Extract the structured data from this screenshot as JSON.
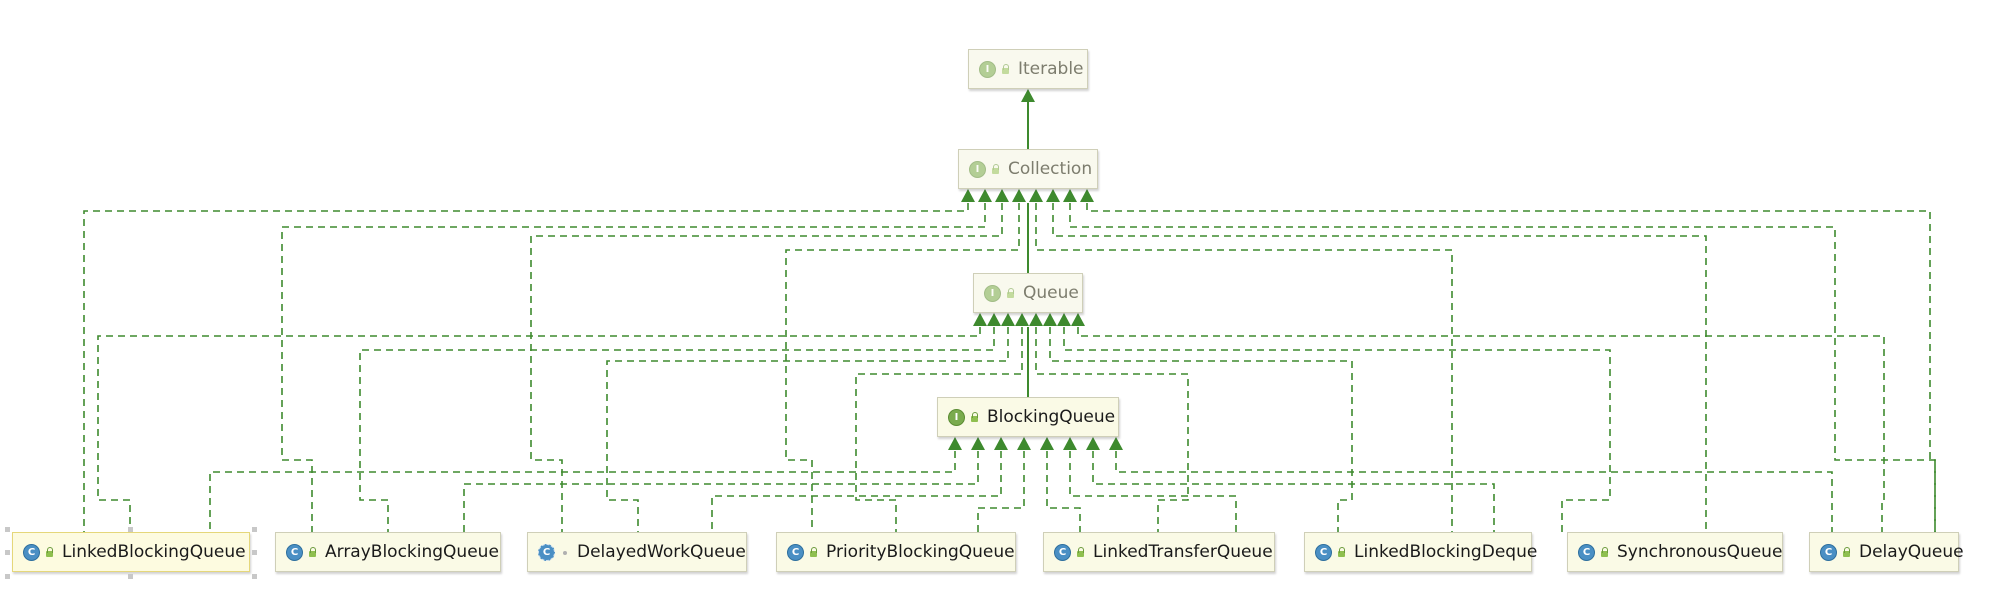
{
  "diagram": {
    "nodes": [
      {
        "id": "iterable",
        "label": "Iterable",
        "kind": "interface",
        "faded": true
      },
      {
        "id": "collection",
        "label": "Collection",
        "kind": "interface",
        "faded": true
      },
      {
        "id": "queue",
        "label": "Queue",
        "kind": "interface",
        "faded": true
      },
      {
        "id": "blockingqueue",
        "label": "BlockingQueue",
        "kind": "interface",
        "faded": false
      },
      {
        "id": "linkedblockingqueue",
        "label": "LinkedBlockingQueue",
        "kind": "class",
        "faded": false,
        "selected": true
      },
      {
        "id": "arrayblockingqueue",
        "label": "ArrayBlockingQueue",
        "kind": "class",
        "faded": false
      },
      {
        "id": "delayedworkqueue",
        "label": "DelayedWorkQueue",
        "kind": "class",
        "faded": false
      },
      {
        "id": "priorityblockingqueue",
        "label": "PriorityBlockingQueue",
        "kind": "class",
        "faded": false
      },
      {
        "id": "linkedtransferqueue",
        "label": "LinkedTransferQueue",
        "kind": "class",
        "faded": false
      },
      {
        "id": "linkedblockingdeque",
        "label": "LinkedBlockingDeque",
        "kind": "class",
        "faded": false
      },
      {
        "id": "synchronousqueue",
        "label": "SynchronousQueue",
        "kind": "class",
        "faded": false
      },
      {
        "id": "delayqueue",
        "label": "DelayQueue",
        "kind": "class",
        "faded": false
      }
    ],
    "edges": [
      {
        "from": "collection",
        "to": "iterable",
        "type": "extends"
      },
      {
        "from": "queue",
        "to": "collection",
        "type": "extends"
      },
      {
        "from": "blockingqueue",
        "to": "queue",
        "type": "extends"
      },
      {
        "from": "linkedblockingqueue",
        "to": "collection",
        "type": "implements"
      },
      {
        "from": "arrayblockingqueue",
        "to": "collection",
        "type": "implements"
      },
      {
        "from": "delayedworkqueue",
        "to": "collection",
        "type": "implements"
      },
      {
        "from": "priorityblockingqueue",
        "to": "collection",
        "type": "implements"
      },
      {
        "from": "linkedblockingdeque",
        "to": "collection",
        "type": "implements"
      },
      {
        "from": "synchronousqueue",
        "to": "collection",
        "type": "implements"
      },
      {
        "from": "delayqueue",
        "to": "collection",
        "type": "implements"
      },
      {
        "from": "linkedblockingqueue",
        "to": "queue",
        "type": "implements"
      },
      {
        "from": "arrayblockingqueue",
        "to": "queue",
        "type": "implements"
      },
      {
        "from": "delayedworkqueue",
        "to": "queue",
        "type": "implements"
      },
      {
        "from": "priorityblockingqueue",
        "to": "queue",
        "type": "implements"
      },
      {
        "from": "linkedtransferqueue",
        "to": "queue",
        "type": "implements"
      },
      {
        "from": "linkedblockingdeque",
        "to": "queue",
        "type": "implements"
      },
      {
        "from": "synchronousqueue",
        "to": "queue",
        "type": "implements"
      },
      {
        "from": "delayqueue",
        "to": "queue",
        "type": "implements"
      },
      {
        "from": "linkedblockingqueue",
        "to": "blockingqueue",
        "type": "implements"
      },
      {
        "from": "arrayblockingqueue",
        "to": "blockingqueue",
        "type": "implements"
      },
      {
        "from": "delayedworkqueue",
        "to": "blockingqueue",
        "type": "implements"
      },
      {
        "from": "priorityblockingqueue",
        "to": "blockingqueue",
        "type": "implements"
      },
      {
        "from": "linkedtransferqueue",
        "to": "blockingqueue",
        "type": "implements"
      },
      {
        "from": "linkedblockingdeque",
        "to": "blockingqueue",
        "type": "implements"
      },
      {
        "from": "synchronousqueue",
        "to": "blockingqueue",
        "type": "implements"
      },
      {
        "from": "delayqueue",
        "to": "blockingqueue",
        "type": "implements"
      }
    ]
  },
  "colors": {
    "edge": "#3e8a2e",
    "node_bg": "#fafae6",
    "class_badge": "#4a8fc4",
    "interface_badge": "#7aab4e"
  }
}
